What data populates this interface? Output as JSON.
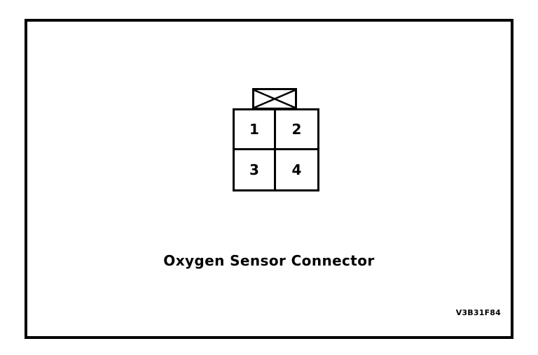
{
  "figure": {
    "caption": "Oxygen Sensor Connector",
    "reference_code": "V3B31F84",
    "colors": {
      "ink": "#000000",
      "background": "#ffffff"
    },
    "connector": {
      "tab_marking": "x-cross",
      "rows": [
        {
          "cells": [
            {
              "pin": "1"
            },
            {
              "pin": "2"
            }
          ]
        },
        {
          "cells": [
            {
              "pin": "3"
            },
            {
              "pin": "4"
            }
          ]
        }
      ]
    }
  }
}
